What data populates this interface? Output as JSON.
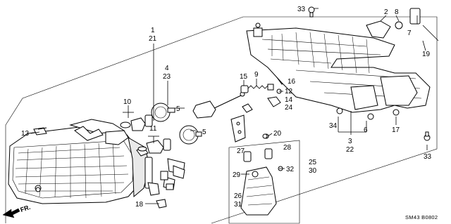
{
  "diagram": {
    "labels": {
      "l1": "1",
      "l21": "21",
      "l4": "4",
      "l23": "23",
      "l10": "10",
      "l5a": "5",
      "l5b": "5",
      "l11": "11",
      "l13": "13",
      "l18": "18",
      "l15": "15",
      "l9": "9",
      "l16": "16",
      "l12": "12",
      "l14": "14",
      "l24": "24",
      "l20": "20",
      "l27": "27",
      "l28": "28",
      "l29": "29",
      "l32": "32",
      "l26": "26",
      "l31": "31",
      "l25": "25",
      "l30": "30",
      "l33a": "33",
      "l33b": "33",
      "l2": "2",
      "l8": "8",
      "l7": "7",
      "l19": "19",
      "l34": "34",
      "l3": "3",
      "l22": "22",
      "l6": "6",
      "l17": "17"
    },
    "direction_arrow": "FR.",
    "code": "SM43  B0802"
  }
}
